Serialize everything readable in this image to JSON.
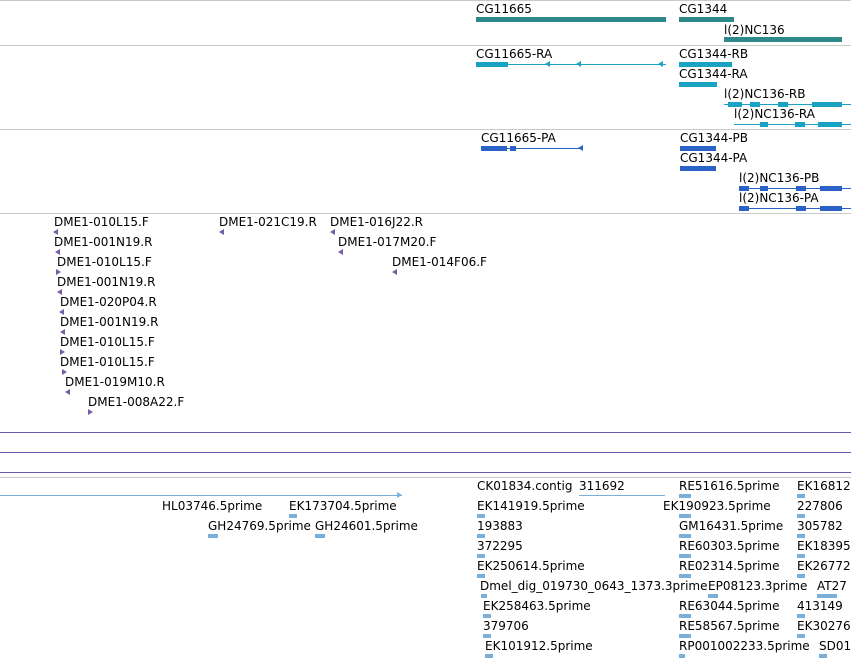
{
  "colors": {
    "gene": "#2e8a8a",
    "transcript": "#1aa2c3",
    "protein": "#2a62c8",
    "cdna": "#9b7ab5",
    "est": "#7ab0d8",
    "divider": "#c8c8c8",
    "track_line": "#6a58a8"
  },
  "genes": {
    "cg11665": "CG11665",
    "cg1344": "CG1344",
    "l2nc136": "l(2)NC136"
  },
  "transcripts": {
    "cg11665_ra": "CG11665-RA",
    "cg1344_rb": "CG1344-RB",
    "cg1344_ra": "CG1344-RA",
    "l2nc136_rb": "l(2)NC136-RB",
    "l2nc136_ra": "l(2)NC136-RA"
  },
  "proteins": {
    "cg11665_pa": "CG11665-PA",
    "cg1344_pb": "CG1344-PB",
    "cg1344_pa": "CG1344-PA",
    "l2nc136_pb": "l(2)NC136-PB",
    "l2nc136_pa": "l(2)NC136-PA"
  },
  "clones": [
    "DME1-010L15.F",
    "DME1-021C19.R",
    "DME1-016J22.R",
    "DME1-001N19.R",
    "DME1-017M20.F",
    "DME1-010L15.F",
    "DME1-014F06.F",
    "DME1-001N19.R",
    "DME1-020P04.R",
    "DME1-001N19.R",
    "DME1-010L15.F",
    "DME1-010L15.F",
    "DME1-019M10.R",
    "DME1-008A22.F"
  ],
  "ests": [
    "HL03746.5prime",
    "EK173704.5prime",
    "GH24769.5prime",
    "GH24601.5prime",
    "CK01834.contig",
    "311692",
    "EK141919.5prime",
    "193883",
    "372295",
    "EK250614.5prime",
    "Dmel_dig_019730_0643_1373.3prime",
    "EK258463.5prime",
    "379706",
    "EK101912.5prime",
    "RE51616.5prime",
    "EK190923.5prime",
    "GM16431.5prime",
    "RE60303.5prime",
    "RE02314.5prime",
    "EP08123.3prime",
    "RE63044.5prime",
    "RE58567.5prime",
    "RP001002233.5prime",
    "EK16812",
    "227806",
    "305782",
    "EK18395",
    "EK26772",
    "AT27",
    "413149",
    "EK30276",
    "SD01"
  ]
}
